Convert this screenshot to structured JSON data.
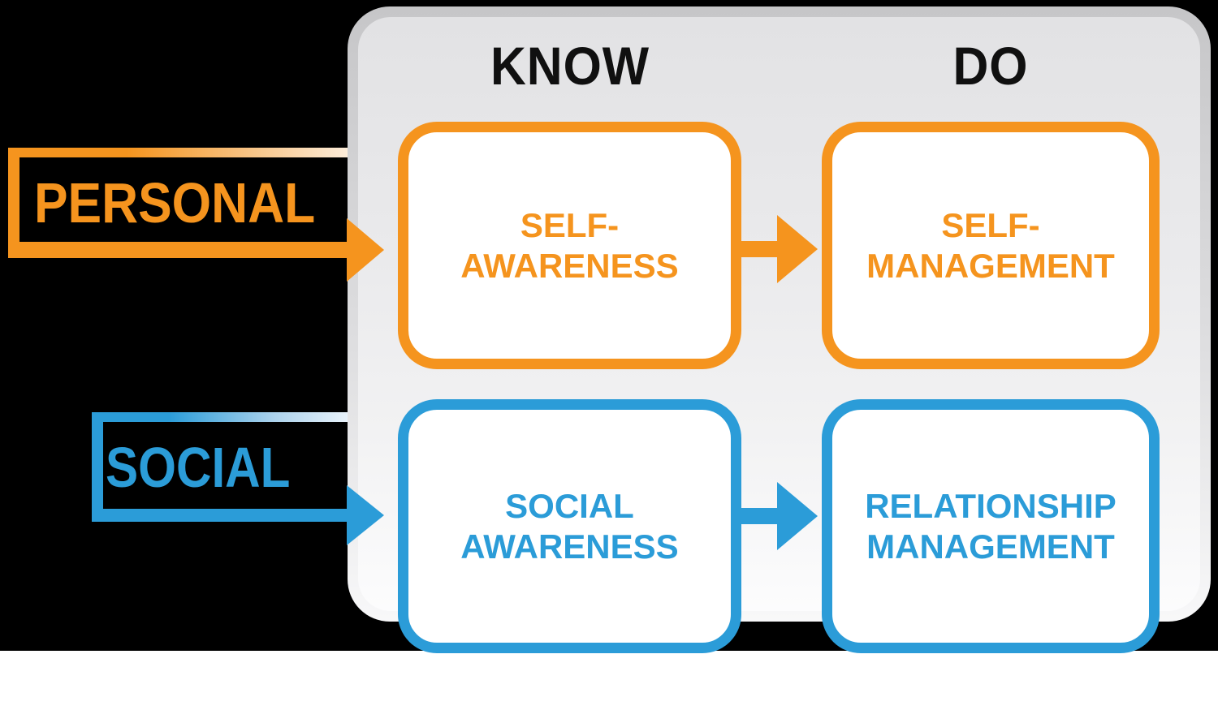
{
  "diagram": {
    "title_implicit": "Emotional intelligence matrix",
    "columns": [
      {
        "id": "know",
        "label": "KNOW"
      },
      {
        "id": "do",
        "label": "DO"
      }
    ],
    "rows": [
      {
        "id": "personal",
        "label": "PERSONAL",
        "color": "#F5941E"
      },
      {
        "id": "social",
        "label": "SOCIAL",
        "color": "#2B9CD8"
      }
    ],
    "boxes": [
      {
        "id": "self-awareness",
        "row": "PERSONAL",
        "column": "KNOW",
        "line1": "SELF-",
        "line2": "AWARENESS",
        "color": "#F5941E"
      },
      {
        "id": "self-management",
        "row": "PERSONAL",
        "column": "DO",
        "line1": "SELF-",
        "line2": "MANAGEMENT",
        "color": "#F5941E"
      },
      {
        "id": "social-awareness",
        "row": "SOCIAL",
        "column": "KNOW",
        "line1": "SOCIAL",
        "line2": "AWARENESS",
        "color": "#2B9CD8"
      },
      {
        "id": "relationship-management",
        "row": "SOCIAL",
        "column": "DO",
        "line1": "RELATIONSHIP",
        "line2": "MANAGEMENT",
        "color": "#2B9CD8"
      }
    ],
    "arrows": [
      {
        "id": "personal-to-know",
        "from": "PERSONAL",
        "to": "SELF-AWARENESS",
        "color": "#F5941E"
      },
      {
        "id": "self-awareness-to-self-management",
        "from": "SELF-AWARENESS",
        "to": "SELF-MANAGEMENT",
        "color": "#F5941E"
      },
      {
        "id": "social-to-know",
        "from": "SOCIAL",
        "to": "SOCIAL AWARENESS",
        "color": "#2B9CD8"
      },
      {
        "id": "social-awareness-to-relationship-management",
        "from": "SOCIAL AWARENESS",
        "to": "RELATIONSHIP MANAGEMENT",
        "color": "#2B9CD8"
      }
    ],
    "colors": {
      "orange": "#F5941E",
      "blue": "#2B9CD8",
      "panel_rim": "#CDCDCF",
      "panel_fill_top": "#E2E2E4",
      "panel_fill_bottom": "#FCFCFD",
      "header_text": "#101010",
      "transparent_area": "#000000",
      "page_bottom_strip": "#FFFFFF"
    }
  }
}
